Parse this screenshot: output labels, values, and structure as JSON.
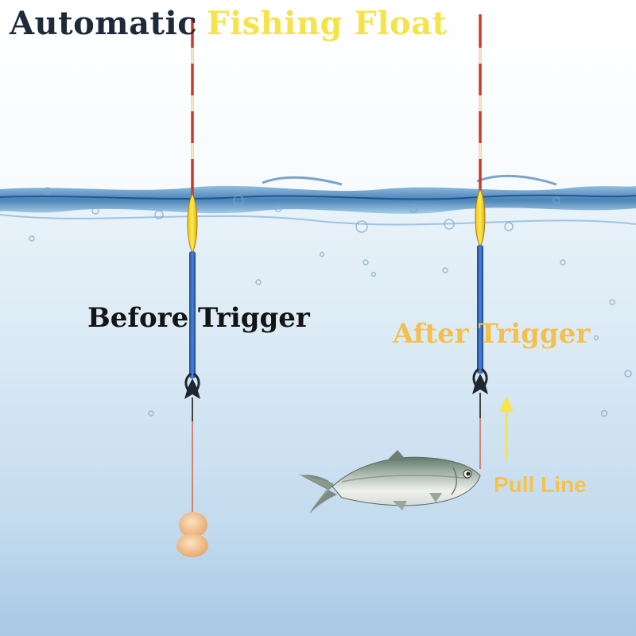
{
  "title": {
    "part1": "Automatic",
    "part2": "Fishing Float"
  },
  "labels": {
    "before": "Before Trigger",
    "after": "After Trigger",
    "pull": "Pull Line"
  },
  "colors": {
    "title_dark": "#1d2a3a",
    "title_accent": "#f4e449",
    "after_label": "#f3c04f",
    "pull_arrow": "#f5e64a",
    "float_body": "#f0d92c",
    "float_stem": "#2c5fb5",
    "water": "#c9dff0"
  },
  "icons": [
    "fishing-float",
    "bait",
    "fish",
    "up-arrow"
  ]
}
